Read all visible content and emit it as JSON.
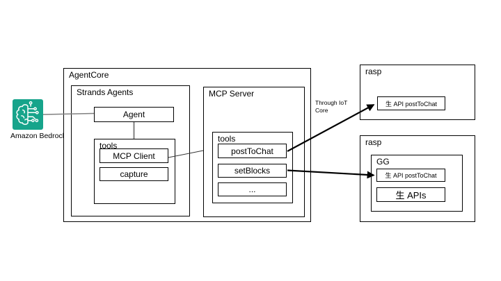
{
  "diagram": {
    "bedrock": {
      "label": "Amazon Bedrock",
      "icon": "bedrock-brain-circuit-icon",
      "icon_color": "#17A48B"
    },
    "agentcore": {
      "title": "AgentCore",
      "strands": {
        "title": "Strands Agents",
        "agent_label": "Agent",
        "tools": {
          "title": "tools",
          "items": [
            "MCP Client",
            "capture"
          ]
        }
      },
      "mcp_server": {
        "title": "MCP Server",
        "tools": {
          "title": "tools",
          "items": [
            "postToChat",
            "setBlocks",
            "..."
          ]
        }
      }
    },
    "rasp_top": {
      "title": "rasp",
      "api_label": "生 API postToChat"
    },
    "rasp_bottom": {
      "title": "rasp",
      "gg": {
        "title": "GG",
        "api_label": "生 API postToChat",
        "apis_label": "生 APIs"
      }
    },
    "annotations": {
      "through_iot_core": "Through IoT Core"
    },
    "colors": {
      "accent": "#17A48B",
      "connector_gray": "#808080",
      "arrow_black": "#000000"
    }
  }
}
